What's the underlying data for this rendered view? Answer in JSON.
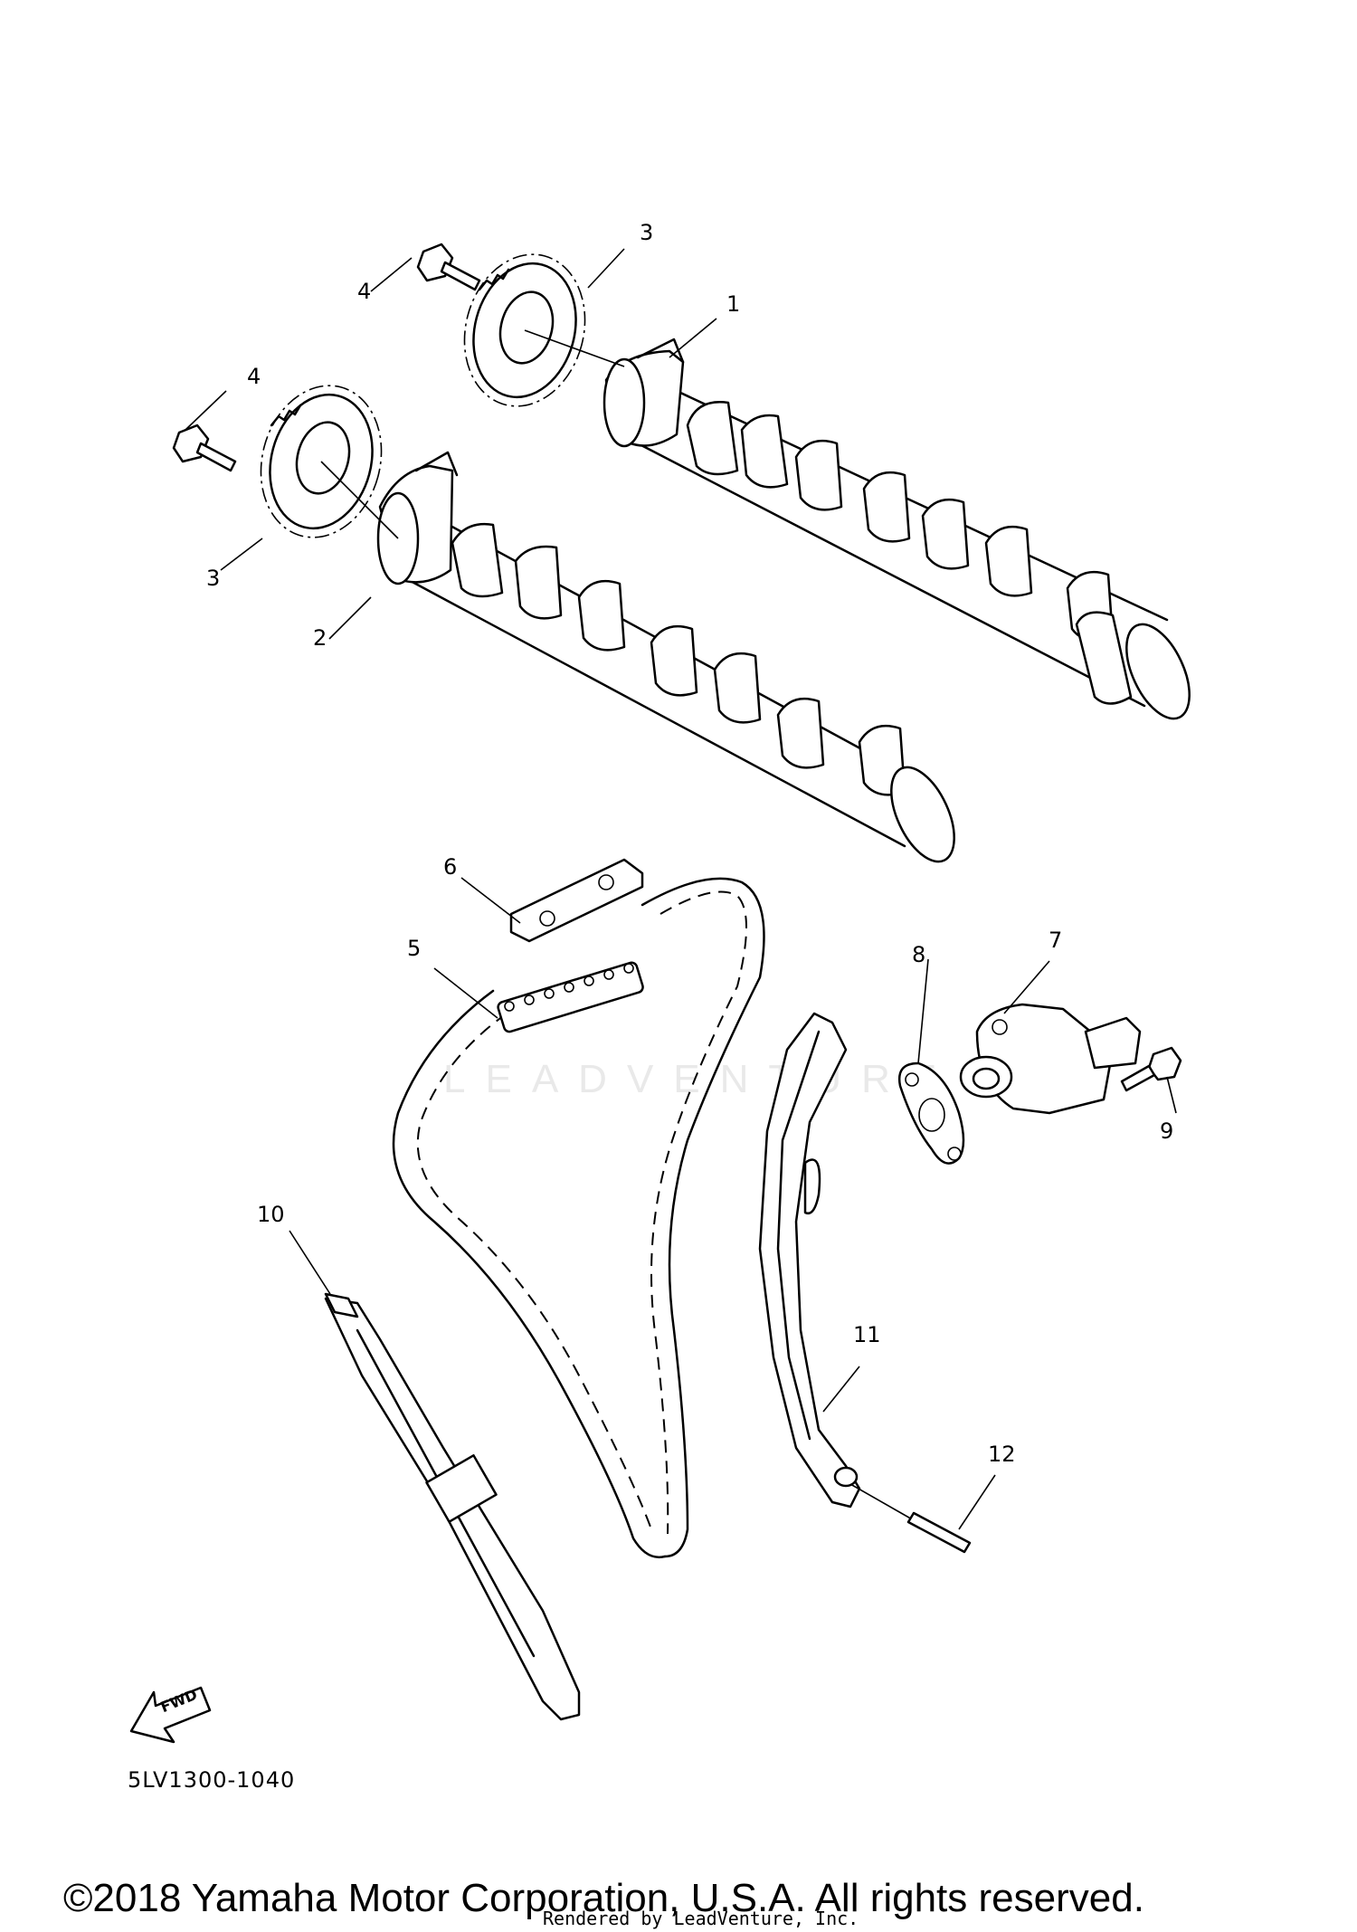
{
  "diagram": {
    "callouts": {
      "p1": "1",
      "p2": "2",
      "p3a": "3",
      "p3b": "3",
      "p4a": "4",
      "p4b": "4",
      "p5": "5",
      "p6": "6",
      "p7": "7",
      "p8": "8",
      "p9": "9",
      "p10": "10",
      "p11": "11",
      "p12": "12"
    },
    "fwd_label": "FWD",
    "reference_code": "5LV1300-1040",
    "watermark": "LEADVENTURE"
  },
  "footer": {
    "copyright": "©2018 Yamaha Motor Corporation, U.S.A. All rights reserved.",
    "rendered_by": "Rendered by LeadVenture, Inc."
  }
}
